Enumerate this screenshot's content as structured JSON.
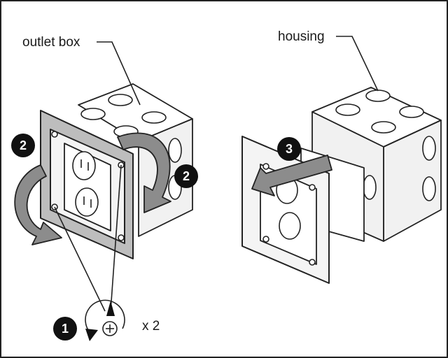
{
  "labels": {
    "outlet_box": "outlet box",
    "housing": "housing",
    "times_two": "x 2"
  },
  "steps": {
    "step1": "1",
    "step2_left": "2",
    "step2_right": "2",
    "step3": "3"
  }
}
